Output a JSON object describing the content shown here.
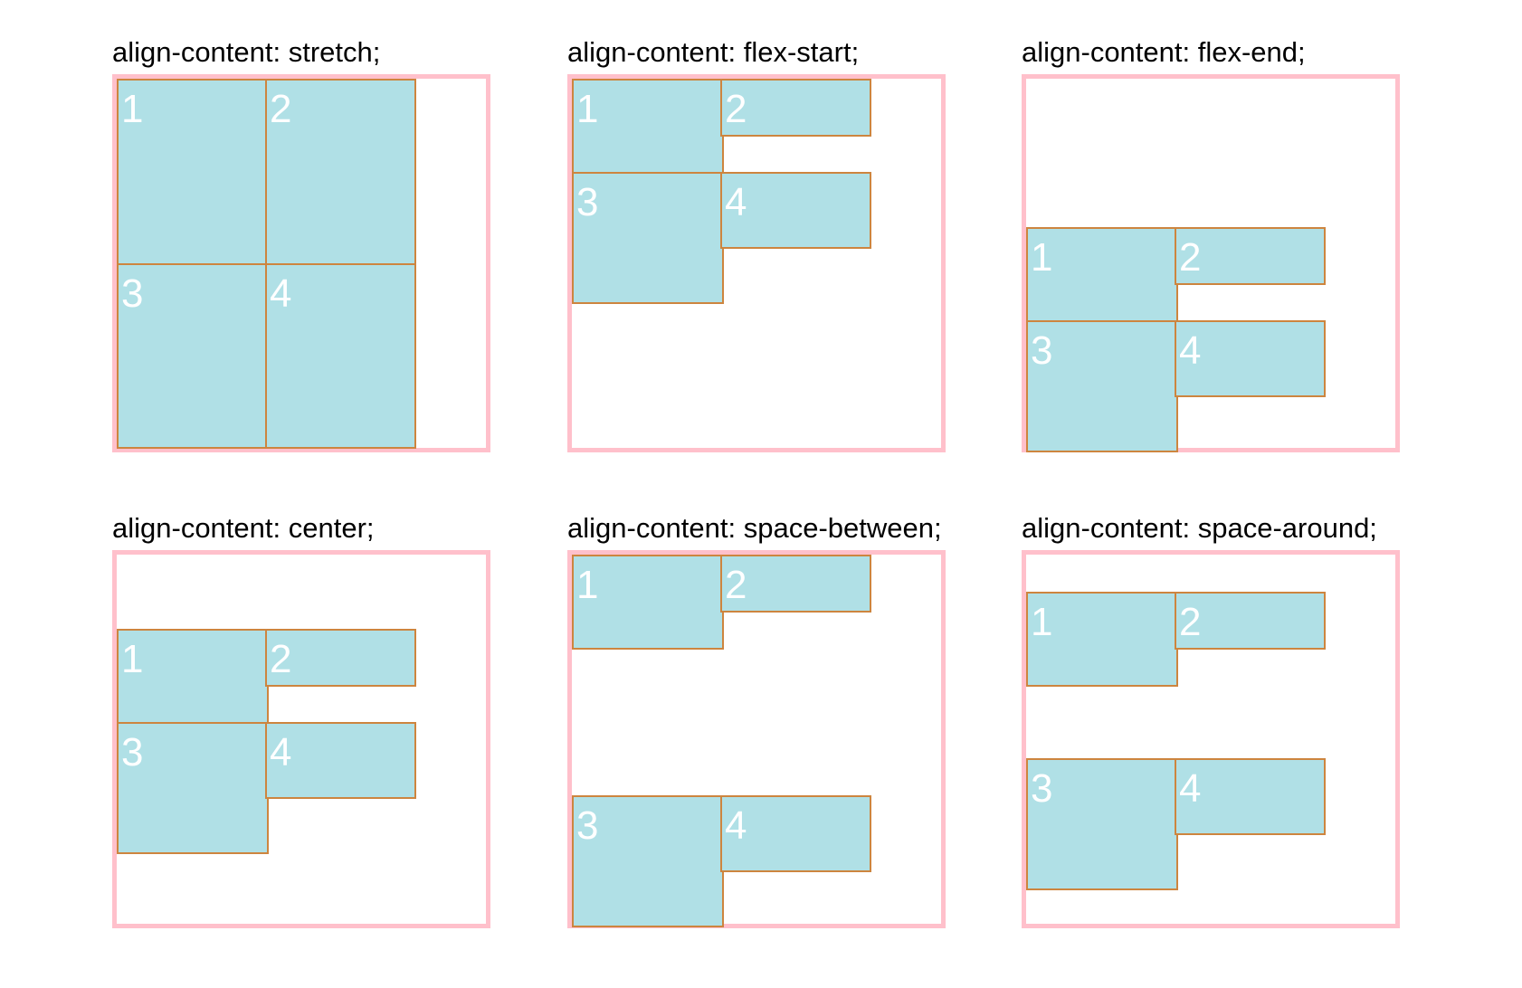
{
  "colors": {
    "container_border": "#ffc0cb",
    "item_background": "#b0e0e6",
    "item_border": "#cd853f",
    "item_text": "#ffffff"
  },
  "demos": [
    {
      "title": "align-content: stretch;",
      "items": [
        "1",
        "2",
        "3",
        "4"
      ]
    },
    {
      "title": "align-content: flex-start;",
      "items": [
        "1",
        "2",
        "3",
        "4"
      ]
    },
    {
      "title": "align-content: flex-end;",
      "items": [
        "1",
        "2",
        "3",
        "4"
      ]
    },
    {
      "title": "align-content: center;",
      "items": [
        "1",
        "2",
        "3",
        "4"
      ]
    },
    {
      "title": "align-content: space-between;",
      "items": [
        "1",
        "2",
        "3",
        "4"
      ]
    },
    {
      "title": "align-content: space-around;",
      "items": [
        "1",
        "2",
        "3",
        "4"
      ]
    }
  ]
}
